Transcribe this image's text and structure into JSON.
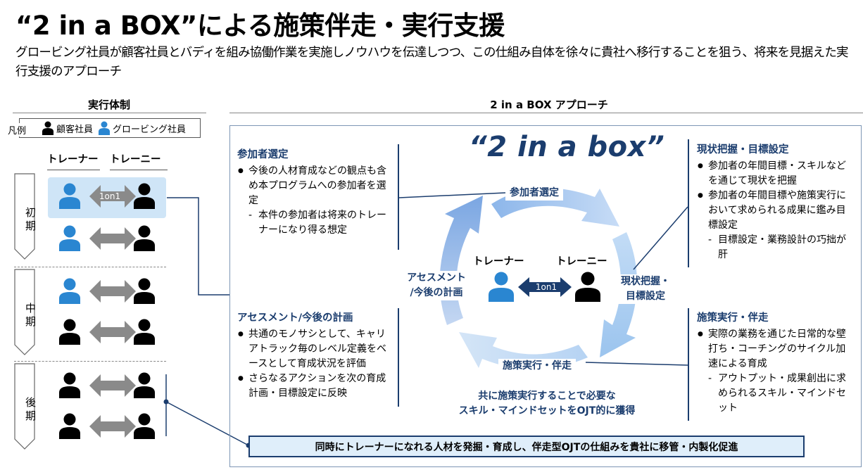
{
  "header": {
    "title": "“2 in a BOX”による施策伴走・実行支援",
    "subtitle": "グロービング社員が顧客社員とバディを組み協働作業を実施しノウハウを伝達しつつ、この仕組み自体を徐々に貴社へ移行することを狙う、将来を見据えた実行支援のアプローチ"
  },
  "left": {
    "heading": "実行体制",
    "legend": {
      "label": "凡例",
      "customer": "顧客社員",
      "globing": "グロービング社員"
    },
    "col_trainer": "トレーナー",
    "col_trainee": "トレーニー",
    "pair_label": "1on1",
    "phases": [
      {
        "label": "初期"
      },
      {
        "label": "中期"
      },
      {
        "label": "後期"
      }
    ]
  },
  "right": {
    "heading": "2 in a BOX アプローチ",
    "box_title": "“2 in a box”",
    "cycle": {
      "participant_selection": "参加者選定",
      "current_state": [
        "現状把握・",
        "目標設定"
      ],
      "execution": "施策実行・伴走",
      "assessment": [
        "アセスメント",
        "/今後の計画"
      ]
    },
    "center": {
      "trainer": "トレーナー",
      "trainee": "トレーニー",
      "pair_label": "1on1"
    },
    "blocks": {
      "selection": {
        "head": "参加者選定",
        "items": [
          "今後の人材育成などの観点も含め本プログラムへの参加者を選定"
        ],
        "subitems": [
          "本件の参加者は将来のトレーナーになり得る想定"
        ]
      },
      "assessment": {
        "head": "アセスメント/今後の計画",
        "items": [
          "共通のモノサシとして、キャリアトラック毎のレベル定義をベースとして育成状況を評価",
          "さらなるアクションを次の育成計画・目標設定に反映"
        ]
      },
      "current": {
        "head": "現状把握・目標設定",
        "items": [
          "参加者の年間目標・スキルなどを通じて現状を把握",
          "参加者の年間目標や施策実行において求められる成果に鑑み目標設定"
        ],
        "subitems": [
          "目標設定・業務設計の巧拙が肝"
        ]
      },
      "execution": {
        "head": "施策実行・伴走",
        "items": [
          "実際の業務を通じた日常的な壁打ち・コーチングのサイクル加速による育成"
        ],
        "subitems": [
          "アウトプット・成果創出に求められるスキル・マインドセット"
        ]
      }
    },
    "bottom_note": [
      "共に施策実行することで必要な",
      "スキル・マインドセットをOJT的に獲得"
    ],
    "bottom_bar": "同時にトレーナーになれる人材を発掘・育成し、伴走型OJTの仕組みを貴社に移管・内製化促進"
  },
  "colors": {
    "navy": "#1b3d6e",
    "customer": "#000000",
    "globing": "#2a86d1",
    "highlight": "#cfe5f7",
    "arrow_grey": "#8a8a8a"
  }
}
